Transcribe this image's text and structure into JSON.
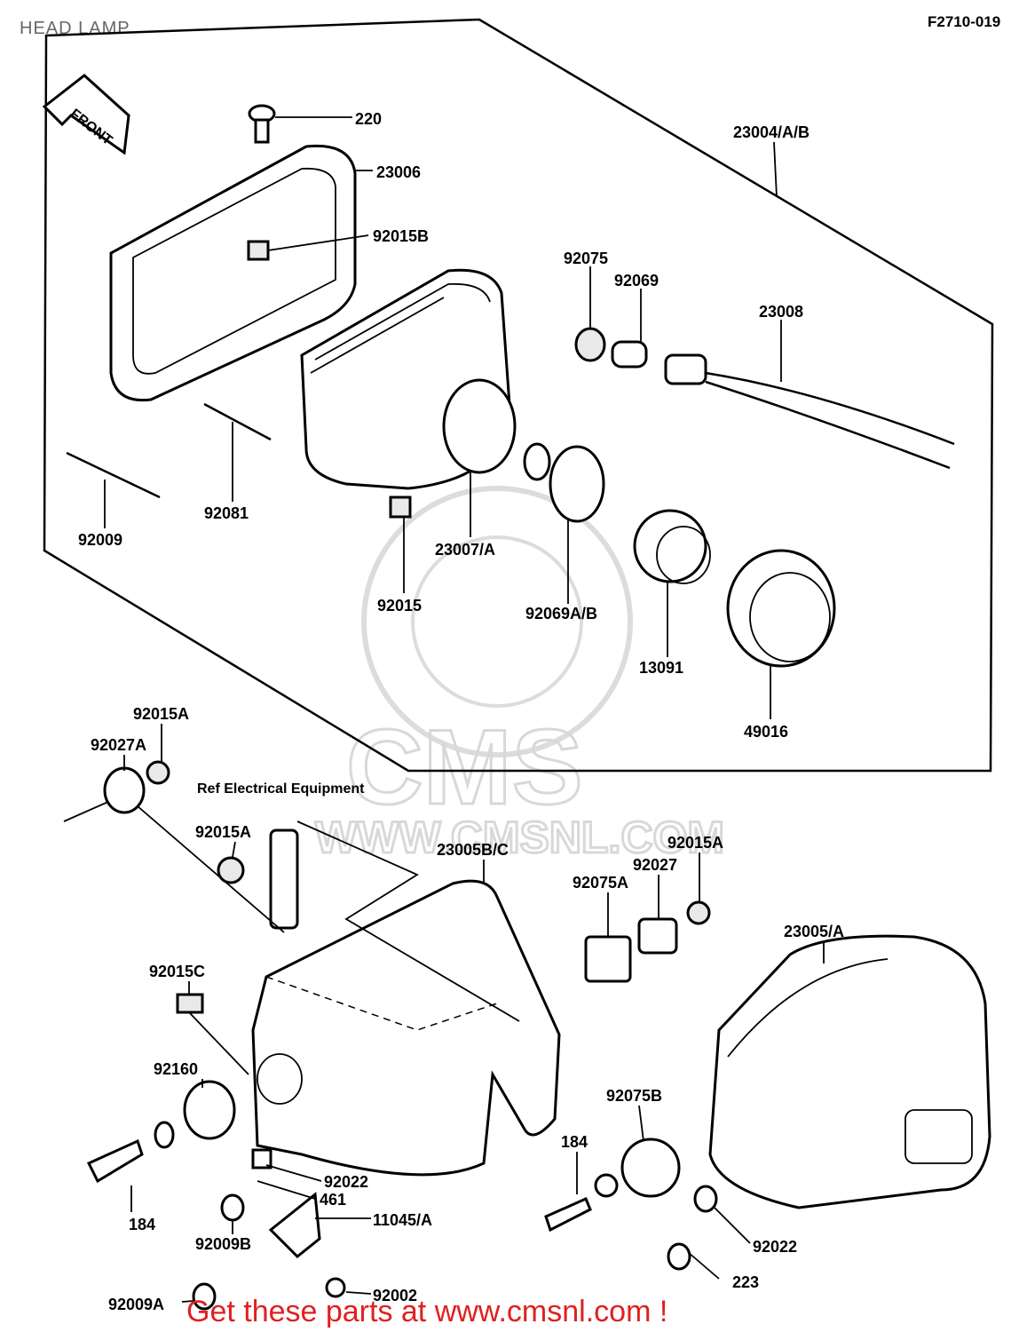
{
  "header": {
    "title": "HEAD LAMP",
    "drawing_code": "F2710-019"
  },
  "front_arrow": {
    "label": "FRONT"
  },
  "reference_note": "Ref  Electrical Equipment",
  "watermark": {
    "brand": "CMS",
    "url": "WWW.CMSNL.COM"
  },
  "footer": {
    "text": "Get these parts at www.cmsnl.com !"
  },
  "parts": [
    "220",
    "23006",
    "92015B",
    "23004/A/B",
    "92075",
    "92069",
    "23008",
    "92009",
    "92081",
    "23007/A",
    "92015",
    "92069A/B",
    "13091",
    "49016",
    "92015A",
    "92027A",
    "92015A",
    "23005B/C",
    "92015A",
    "92027",
    "92075A",
    "23005/A",
    "92015C",
    "92160",
    "92075B",
    "184",
    "184",
    "92022",
    "461",
    "11045/A",
    "92009B",
    "92022",
    "223",
    "92002",
    "92009A"
  ]
}
